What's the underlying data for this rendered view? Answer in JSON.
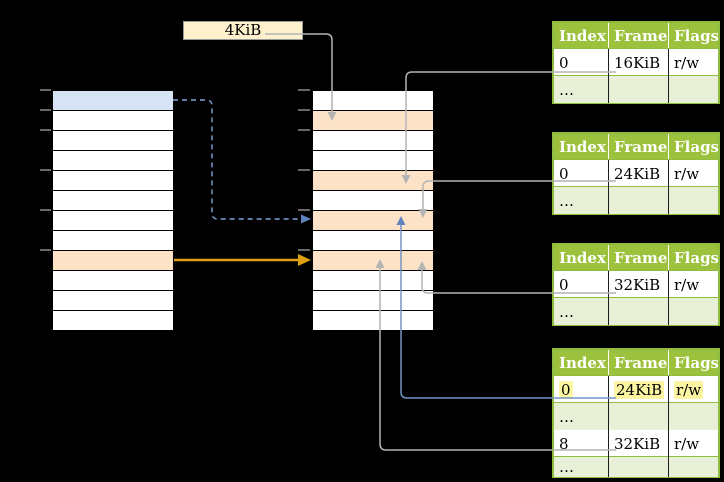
{
  "colors": {
    "bg": "#000000",
    "table-border": "#000000",
    "row-white": "#ffffff",
    "row-blue": "#d6e3f5",
    "row-orange": "#fce3c7",
    "label-fill": "#fdf0cd",
    "label-border": "#999999",
    "green-header": "#9cc13c",
    "green-border": "#90bd3f",
    "green-light": "#e9f0d8",
    "highlight": "#fcf6a2",
    "header-text": "#ffffff",
    "cell-text": "#000000",
    "gray-line": "#b4b4b4",
    "blue-line": "#7494c6",
    "blue-head": "#5f81bd",
    "blue-dash": "#80a4d8",
    "orange-line": "#dda011",
    "tick": "#8c8c8c"
  },
  "page_size_label": {
    "text": "4KiB"
  },
  "memory_tables": {
    "left": {
      "rows": [
        "blue",
        "white",
        "white",
        "white",
        "white",
        "white",
        "white",
        "white",
        "orange",
        "white",
        "white",
        "white"
      ]
    },
    "middle": {
      "rows": [
        "white",
        "orange",
        "white",
        "white",
        "orange",
        "white",
        "orange",
        "white",
        "orange",
        "white",
        "white",
        "white"
      ]
    }
  },
  "page_table_headers": [
    "Index",
    "Frame",
    "Flags"
  ],
  "page_tables": [
    {
      "id": "page-table-16kib",
      "rows": [
        {
          "kind": "data",
          "cells": [
            "0",
            "16KiB",
            "r/w"
          ]
        },
        {
          "kind": "ellipsis",
          "cells": [
            "…",
            "",
            ""
          ]
        }
      ]
    },
    {
      "id": "page-table-24kib",
      "rows": [
        {
          "kind": "data",
          "cells": [
            "0",
            "24KiB",
            "r/w"
          ]
        },
        {
          "kind": "ellipsis",
          "cells": [
            "…",
            "",
            ""
          ]
        }
      ]
    },
    {
      "id": "page-table-32kib",
      "rows": [
        {
          "kind": "data",
          "cells": [
            "0",
            "32KiB",
            "r/w"
          ]
        },
        {
          "kind": "ellipsis",
          "cells": [
            "…",
            "",
            ""
          ]
        }
      ]
    },
    {
      "id": "page-table-level2",
      "rows": [
        {
          "kind": "data",
          "cells": [
            "0",
            "24KiB",
            "r/w"
          ],
          "highlight": true
        },
        {
          "kind": "ellipsis",
          "cells": [
            "…",
            "",
            ""
          ]
        },
        {
          "kind": "data",
          "cells": [
            "8",
            "32KiB",
            "r/w"
          ]
        },
        {
          "kind": "ellipsis",
          "cells": [
            "…",
            "",
            ""
          ]
        }
      ]
    }
  ]
}
